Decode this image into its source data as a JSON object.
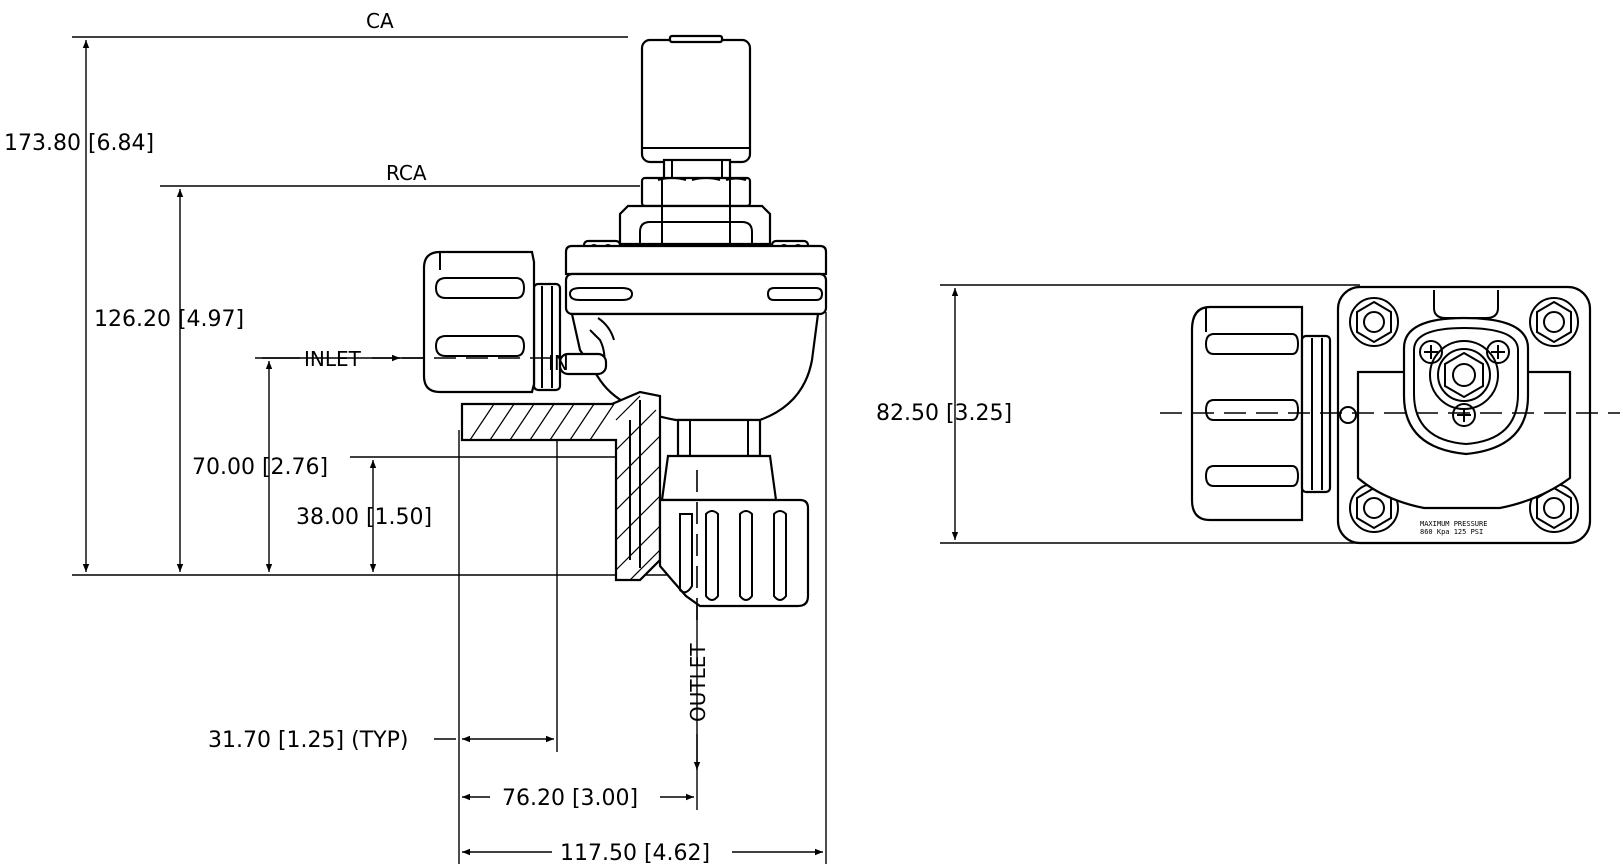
{
  "labels": {
    "ca": "CA",
    "rca": "RCA",
    "inlet": "INLET",
    "in": "IN",
    "outlet": "OUTLET",
    "plate_line1": "MAXIMUM PRESSURE",
    "plate_line2": "860 Kpa   125 PSI"
  },
  "dimensions": {
    "height_total": "173.80 [6.84]",
    "height_rca": "126.20 [4.97]",
    "height_inlet": "70.00 [2.76]",
    "height_outlet": "38.00 [1.50]",
    "thread_typ": "31.70 [1.25] (TYP)",
    "outlet_offset": "76.20 [3.00]",
    "overall_width": "117.50 [4.62]",
    "side_height": "82.50 [3.25]"
  },
  "colors": {
    "line": "#000000",
    "background": "#ffffff"
  }
}
